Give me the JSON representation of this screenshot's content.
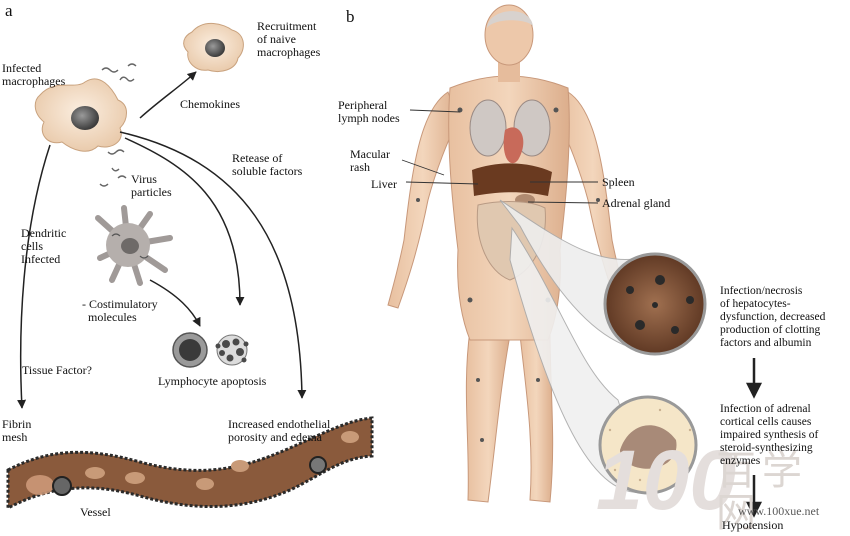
{
  "panel_a": {
    "letter": "a",
    "labels": {
      "infected_macrophages": "Infected\nmacrophages",
      "recruitment": "Recruitment\nof naive\nmacrophages",
      "chemokines": "Chemokines",
      "virus_particles": "Virus\nparticles",
      "release_factors": "Retease of\nsoluble factors",
      "dendritic": "Dendritic\ncells\nInfected",
      "costimulatory": "- Costimulatory\n  molecules",
      "tissue_factor": "Tissue Factor?",
      "lymphocyte_apoptosis": "Lymphocyte apoptosis",
      "fibrin_mesh": "Fibrin\nmesh",
      "endothelial": "Increased endothelial\nporosity and edema",
      "vessel": "Vessel"
    }
  },
  "panel_b": {
    "letter": "b",
    "labels": {
      "peripheral": "Peripheral\nlymph nodes",
      "macular": "Macular\nrash",
      "liver": "Liver",
      "spleen": "Spleen",
      "adrenal": "Adrenal gland",
      "hepatocytes": "Infection/necrosis\nof hepatocytes-\ndysfunction, decreased\nproduction of clotting\nfactors and albumin",
      "adrenal_infection": "Infection of adrenal\ncortical cells causes\nimpaired synthesis of\nsteroid-synthesizing\nenzymes",
      "hypotension": "Hypotension"
    }
  },
  "watermark": {
    "number": "100",
    "chinese": "百学网",
    "url": "www.100xue.net"
  }
}
